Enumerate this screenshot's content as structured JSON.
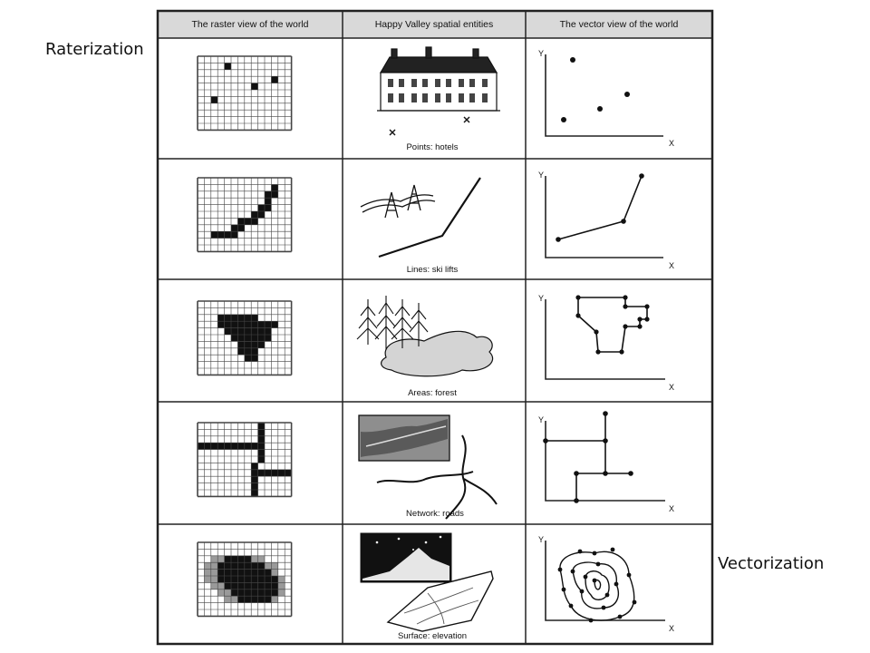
{
  "labels": {
    "left": "Raterization",
    "right": "Vectorization"
  },
  "columns": [
    "The raster view of the world",
    "Happy Valley spatial entities",
    "The vector view of the world"
  ],
  "rows": [
    {
      "entity": "Points: hotels"
    },
    {
      "entity": "Lines: ski lifts"
    },
    {
      "entity": "Areas: forest"
    },
    {
      "entity": "Network: roads"
    },
    {
      "entity": "Surface: elevation"
    }
  ],
  "axes": {
    "x": "X",
    "y": "Y"
  },
  "colors": {
    "ink": "#111111",
    "grid": "#444444",
    "header_bg": "#d9d9d9",
    "shade": "#9a9a9a",
    "lake": "#d4d4d4"
  }
}
